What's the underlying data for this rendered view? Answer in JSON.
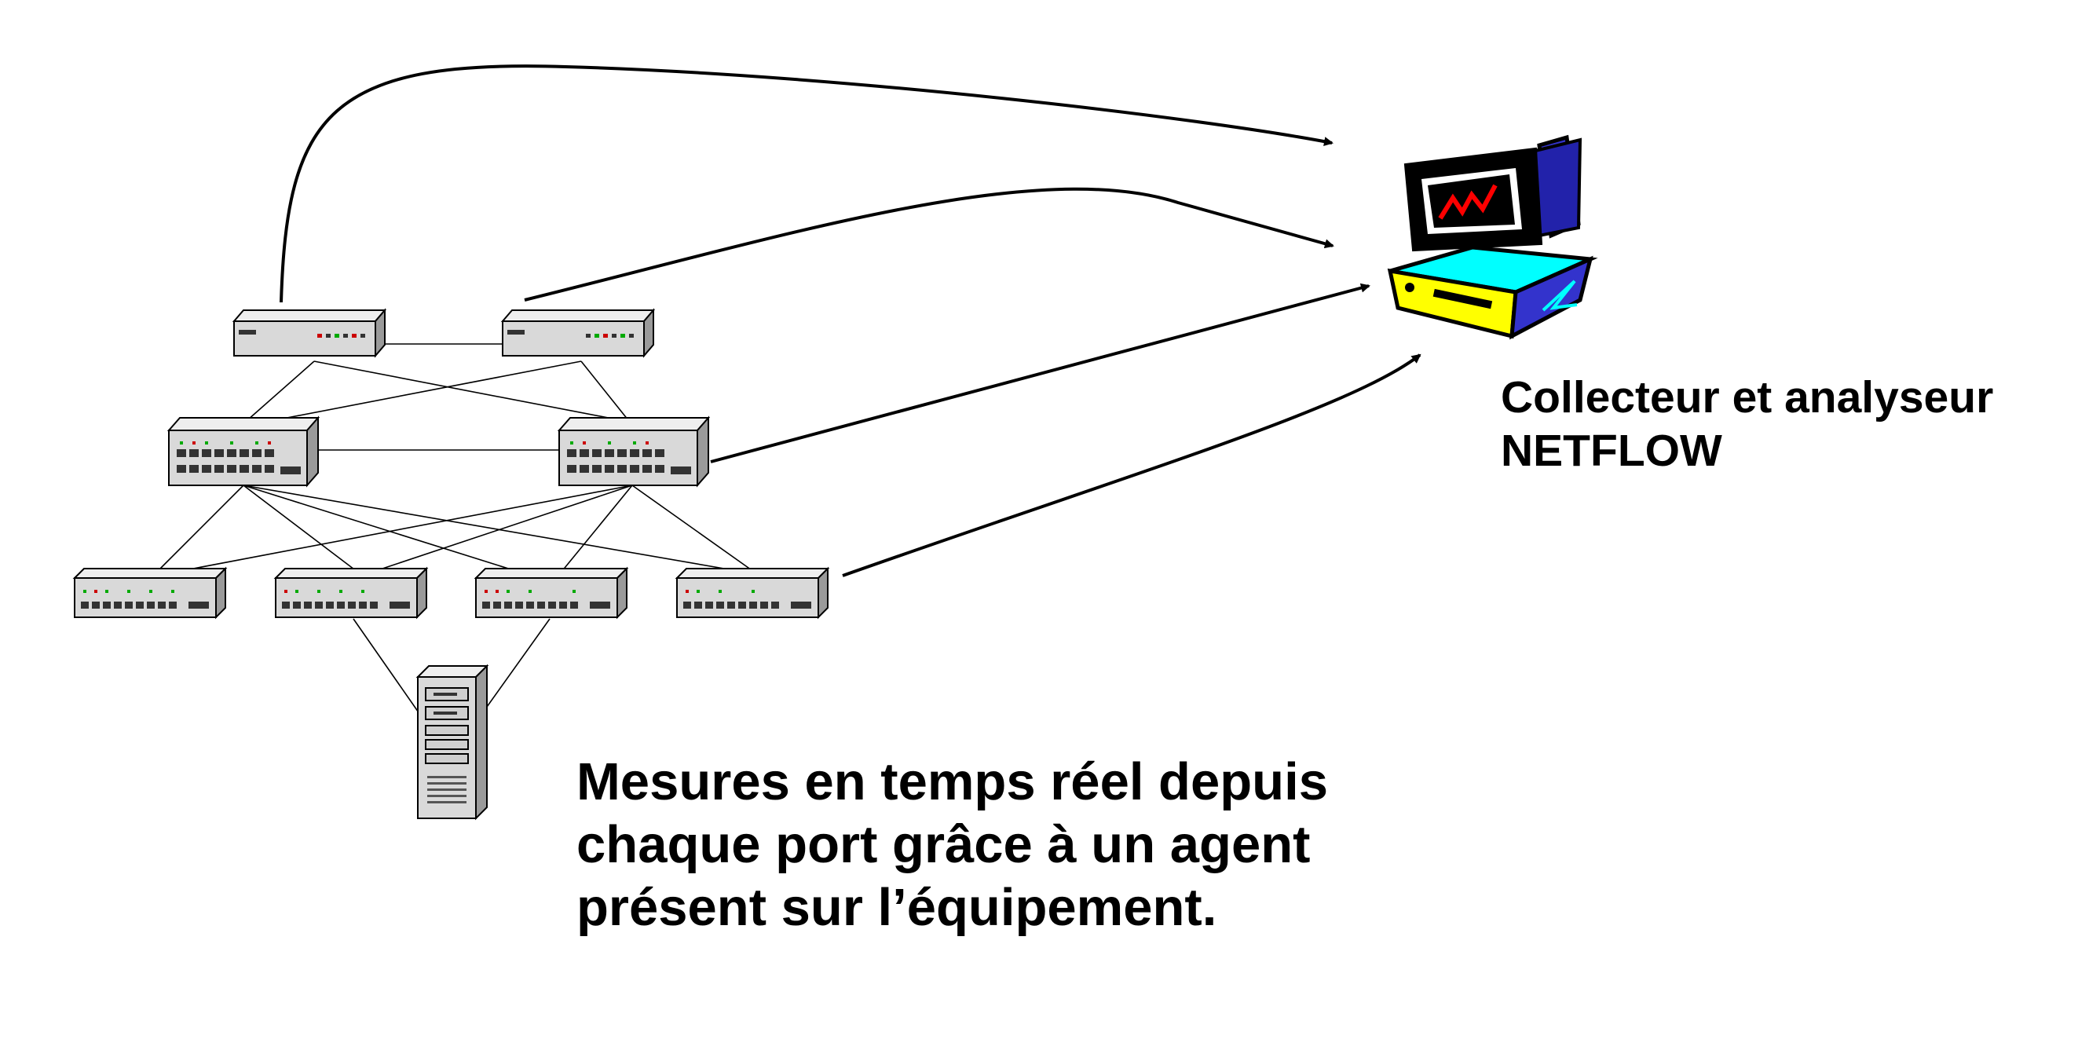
{
  "collector": {
    "line1": "Collecteur et analyseur",
    "line2": "NETFLOW"
  },
  "caption": {
    "line1": "Mesures en temps réel depuis",
    "line2": "chaque port grâce à un agent",
    "line3": "présent sur l’équipement."
  },
  "colors": {
    "line": "#000000",
    "device_face": "#d9d9d9",
    "device_top": "#eeeeee",
    "device_side": "#9a9a9a",
    "monitor_blue": "#3333cc",
    "screen_cyan": "#00ffff",
    "case_yellow": "#ffff00",
    "graph_red": "#ff0000"
  },
  "icons": [
    "router-icon",
    "switch-icon",
    "server-icon",
    "computer-icon"
  ]
}
